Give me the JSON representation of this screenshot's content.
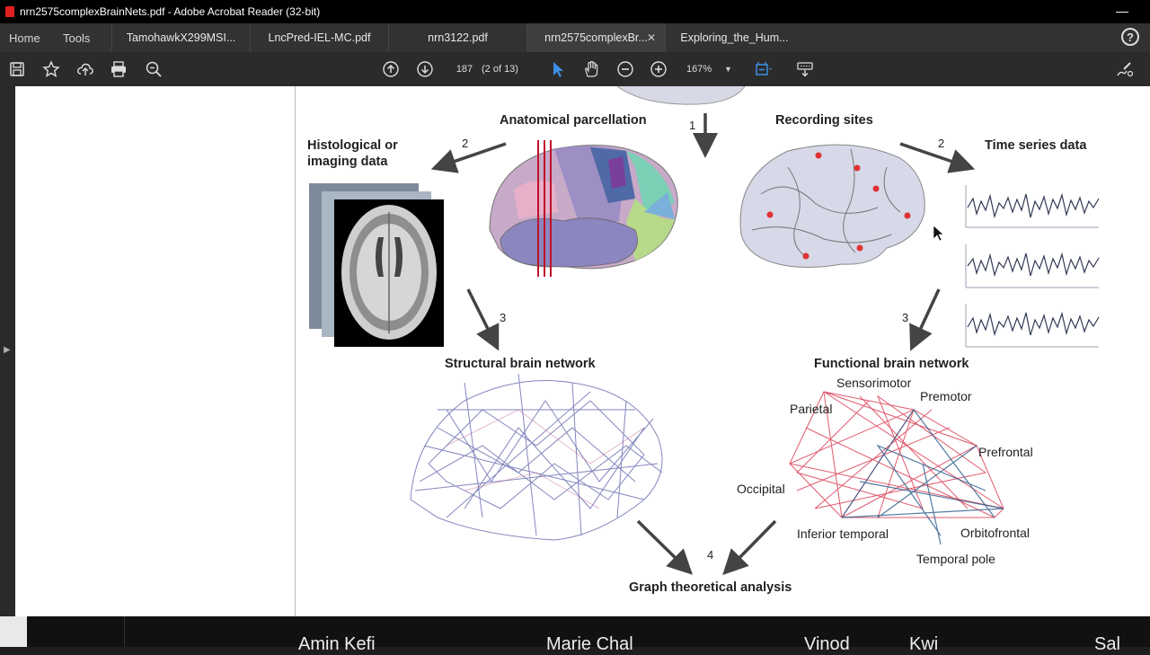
{
  "window": {
    "title": "nrn2575complexBrainNets.pdf - Adobe Acrobat Reader (32-bit)"
  },
  "nav": {
    "home": "Home",
    "tools": "Tools"
  },
  "tabs": [
    {
      "label": "TamohawkX299MSI..."
    },
    {
      "label": "LncPred-IEL-MC.pdf"
    },
    {
      "label": "nrn3122.pdf"
    },
    {
      "label": "nrn2575complexBr..."
    },
    {
      "label": "Exploring_the_Hum..."
    }
  ],
  "toolbar": {
    "page_number": "187",
    "page_of": "(2 of 13)",
    "zoom": "167%"
  },
  "figure": {
    "labels": {
      "anatomical": "Anatomical parcellation",
      "recording": "Recording sites",
      "histological_1": "Histological or",
      "histological_2": "imaging data",
      "timeseries": "Time series data",
      "structural": "Structural brain network",
      "functional": "Functional brain network",
      "graph": "Graph theoretical analysis"
    },
    "steps": {
      "s1": "1",
      "s2a": "2",
      "s2b": "2",
      "s3a": "3",
      "s3b": "3",
      "s4": "4"
    },
    "regions": {
      "sensorimotor": "Sensorimotor",
      "premotor": "Premotor",
      "parietal": "Parietal",
      "prefrontal": "Prefrontal",
      "occipital": "Occipital",
      "inferior_temporal": "Inferior temporal",
      "orbitofrontal": "Orbitofrontal",
      "temporal_pole": "Temporal pole"
    }
  },
  "bottom_names": [
    "Amin Kefi",
    "Marie Chal",
    "Vinod",
    "Kwi",
    "Sal"
  ]
}
